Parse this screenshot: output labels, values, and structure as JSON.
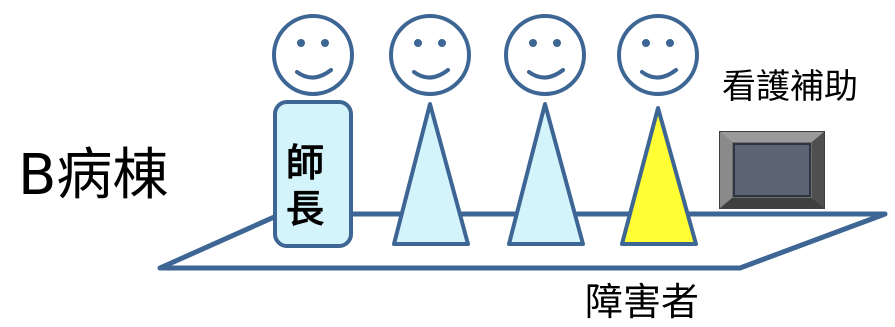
{
  "ward_title": "B病棟",
  "head_nurse": {
    "char1": "師",
    "char2": "長"
  },
  "nurse_aide_label": "看護補助",
  "disabled_person_label": "障害者",
  "colors": {
    "outline": "#3d6694",
    "light_blue_fill": "#d4f4fb",
    "yellow_fill": "#ffff33",
    "tablet_frame": "#6f6f6f",
    "tablet_screen": "#5b6470"
  }
}
